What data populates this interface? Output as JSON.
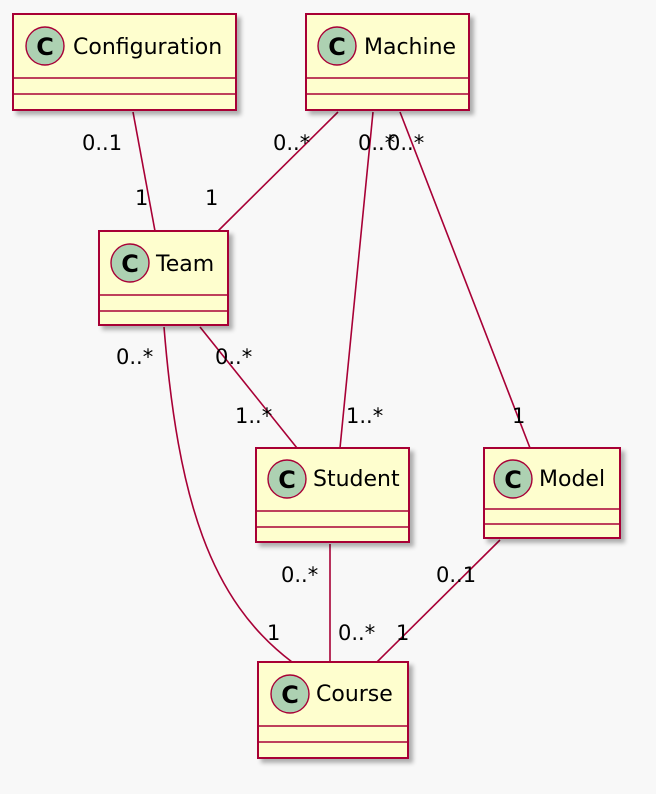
{
  "colors": {
    "class_fill": "#fefece",
    "class_border": "#a80036",
    "stereotype_circle": "#add1b2",
    "line": "#a80036"
  },
  "stereotype_letter": "C",
  "classes": {
    "configuration": {
      "name": "Configuration"
    },
    "machine": {
      "name": "Machine"
    },
    "team": {
      "name": "Team"
    },
    "student": {
      "name": "Student"
    },
    "model": {
      "name": "Model"
    },
    "course": {
      "name": "Course"
    }
  },
  "associations": {
    "configuration_team": {
      "from": "Configuration",
      "to": "Team",
      "from_mult": "0..1",
      "to_mult": "1"
    },
    "machine_team": {
      "from": "Machine",
      "to": "Team",
      "from_mult": "0..*",
      "to_mult": "1"
    },
    "machine_student": {
      "from": "Machine",
      "to": "Student",
      "from_mult": "0..*",
      "to_mult": "1..*"
    },
    "machine_model": {
      "from": "Machine",
      "to": "Model",
      "from_mult": "0..*",
      "to_mult": "1"
    },
    "team_student": {
      "from": "Team",
      "to": "Student",
      "from_mult": "0..*",
      "to_mult": "1..*"
    },
    "team_course": {
      "from": "Team",
      "to": "Course",
      "from_mult": "0..*",
      "to_mult": "1"
    },
    "student_course": {
      "from": "Student",
      "to": "Course",
      "from_mult": "0..*",
      "to_mult": "0..*"
    },
    "model_course": {
      "from": "Model",
      "to": "Course",
      "from_mult": "0..1",
      "to_mult": "1"
    }
  }
}
